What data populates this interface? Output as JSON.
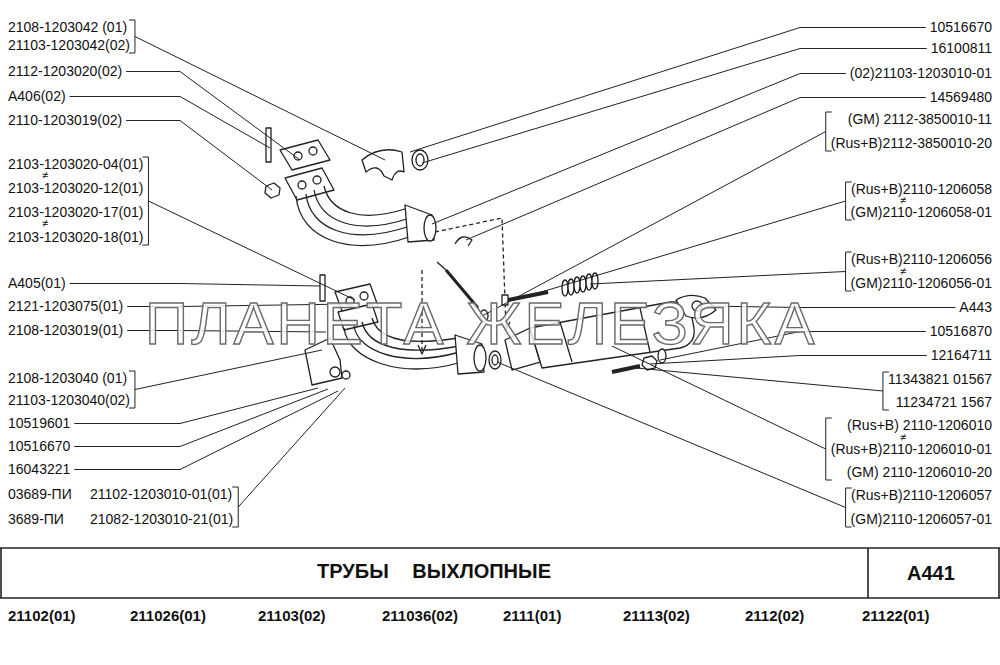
{
  "diagram": {
    "title": "ТРУБЫ ВЫХЛОПНЫЕ",
    "labels": [
      "2108-1203042 (01)",
      "21103-1203042(02)",
      "2112-1203020(02)",
      "A406(02)",
      "2110-1203019(02)",
      "2103-1203020-04(01)",
      "≠",
      "2103-1203020-12(01)",
      "2103-1203020-17(01)",
      "≠",
      "2103-1203020-18(01)",
      "A405(01)",
      "2121-1203075(01)",
      "2108-1203019(01)",
      "2108-1203040 (01)",
      "21103-1203040(02)",
      "10519601",
      "10516670",
      "16043221",
      "03689-ПИ",
      "21102-1203010-01(01)",
      "3689-ПИ",
      "21082-1203010-21(01)",
      "10516670",
      "16100811",
      "(02)21103-1203010-01",
      "14569480",
      "(GM) 2112-3850010-11",
      "(Rus+B)2112-3850010-20",
      "(Rus+B)2110-1206058",
      "≠",
      "(GM)2110-1206058-01",
      "(Rus+B)2110-1206056",
      "≠",
      "(GM)2110-1206056-01",
      "A443",
      "10516870",
      "12164711",
      "11343821 01567",
      "11234721 1567",
      "(Rus+B) 2110-1206010",
      "≠",
      "(Rus+B)2110-1206010-01",
      "(GM) 2110-1206010-20",
      "(Rus+B)2110-1206057",
      "(GM)2110-1206057-01",
      "ПЛАНЕТА ЖЕЛЕЗЯКА",
      "A441",
      "21102(01)",
      "211026(01)",
      "21103(02)",
      "211036(02)",
      "2111(01)",
      "21113(02)",
      "2112(02)",
      "21122(01)"
    ]
  }
}
